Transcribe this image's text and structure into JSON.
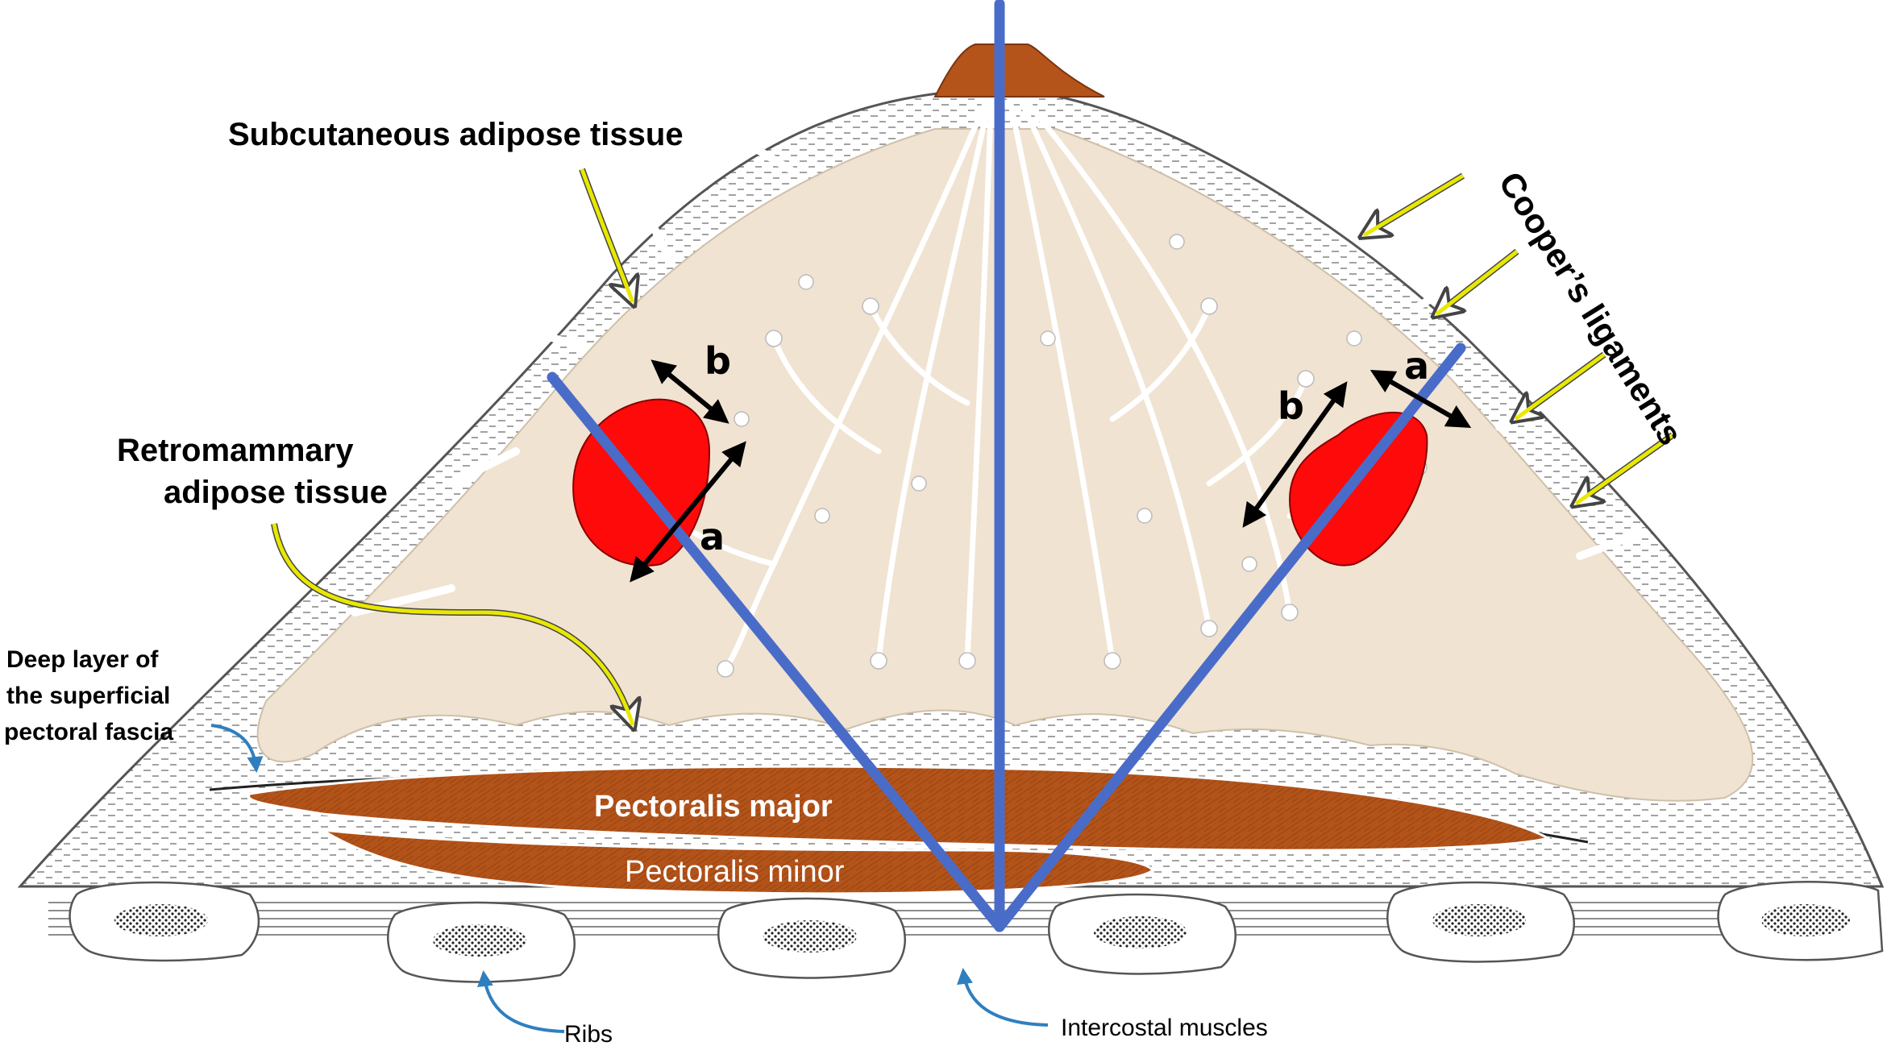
{
  "labels": {
    "subcutaneous": "Subcutaneous adipose tissue",
    "retromammary_line1": "Retromammary",
    "retromammary_line2": "adipose tissue",
    "deep_layer_line1": "Deep layer of",
    "deep_layer_line2": "the superficial",
    "deep_layer_line3": "pectoral fascia",
    "coopers": "Cooper’s ligaments",
    "pectoralis_major": "Pectoralis major",
    "pectoralis_minor": "Pectoralis minor",
    "ribs": "Ribs",
    "intercostal": "Intercostal muscles"
  },
  "dimensions": {
    "left_a": "a",
    "left_b": "b",
    "right_a": "a",
    "right_b": "b"
  },
  "colors": {
    "gland": "#f0e3d1",
    "fat_fill": "#ffffff",
    "fat_dash": "#8a8a8a",
    "muscle": "#b2531a",
    "tumor": "#ff0a0a",
    "reference_lines": "#4a6cc9",
    "label_arrows": "#d9d900",
    "blue_arrows": "#2f7fbf",
    "dimension_arrows": "#000000",
    "nipple": "#b5541a"
  }
}
